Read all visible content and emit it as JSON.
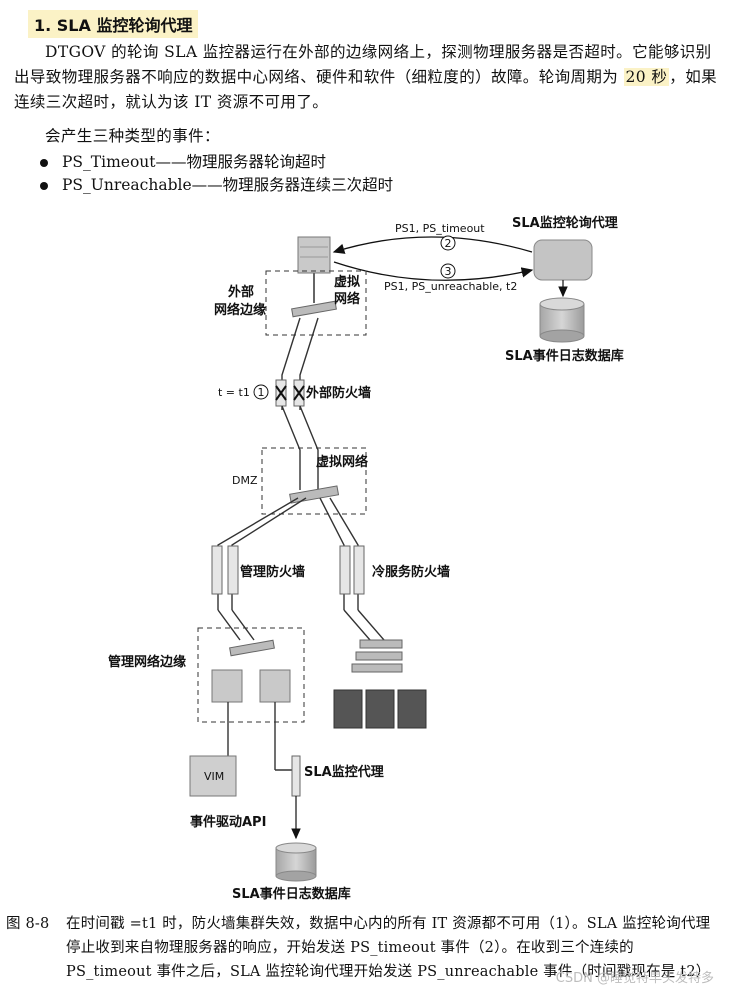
{
  "section": {
    "title": "1. SLA 监控轮询代理",
    "paragraph_part1": "DTGOV 的轮询 SLA 监控器运行在外部的边缘网络上，探测物理服务器是否超时。它能够识别出导致物理服务器不响应的数据中心网络、硬件和软件（细粒度的）故障。轮询周期为 ",
    "poll_period": "20 秒",
    "paragraph_part2": "，如果连续三次超时，就认为该 IT 资源不可用了。",
    "events_intro": "会产生三种类型的事件：",
    "bullets": [
      "PS_Timeout——物理服务器轮询超时",
      "PS_Unreachable——物理服务器连续三次超时"
    ]
  },
  "diagram": {
    "agent_label": "SLA监控轮询代理",
    "arrow2_label": "PS1, PS_timeout",
    "arrow3_label": "PS1, PS_unreachable, t2",
    "step2": "2",
    "step3": "3",
    "step1": "1",
    "db_top_label": "SLA事件日志数据库",
    "virtual_network_top": [
      "虚拟",
      "网络"
    ],
    "external_edge": [
      "外部",
      "网络边缘"
    ],
    "t_label": "t = t1",
    "external_firewall": "外部防火墙",
    "dmz": "DMZ",
    "virtual_network": "虚拟网络",
    "mgmt_firewall": "管理防火墙",
    "cold_firewall": "冷服务防火墙",
    "mgmt_edge": "管理网络边缘",
    "vim": "VIM",
    "sla_monitor_agent": "SLA监控代理",
    "event_api": "事件驱动API",
    "db_bottom_label": "SLA事件日志数据库"
  },
  "caption": {
    "figure_no": "图 8-8",
    "text": "在时间戳 =t1 时，防火墙集群失效，数据中心内的所有 IT 资源都不可用（1）。SLA 监控轮询代理停止收到来自物理服务器的响应，开始发送 PS_timeout 事件（2）。在收到三个连续的 PS_timeout 事件之后，SLA 监控轮询代理开始发送 PS_unreachable 事件（时间戳现在是 t2）"
  },
  "watermark": "CSDN @睡觉特早头发特多"
}
